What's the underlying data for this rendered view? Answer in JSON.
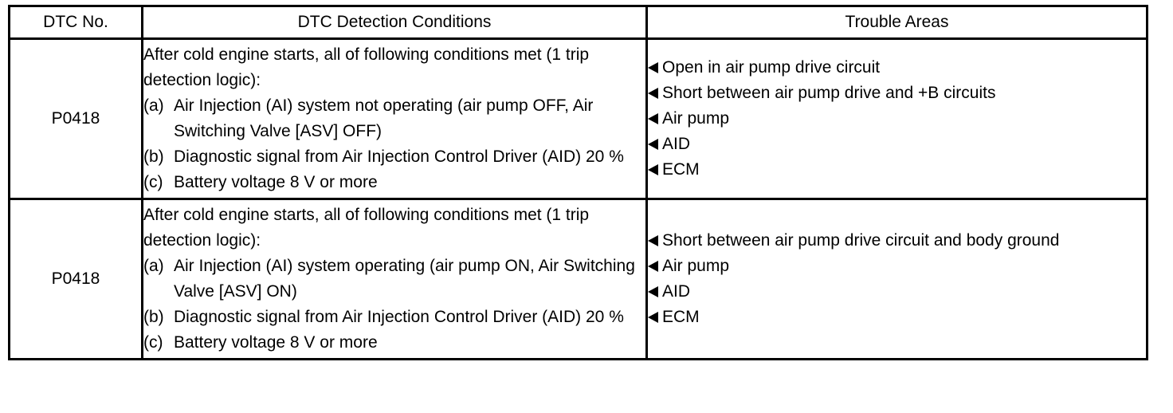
{
  "table": {
    "headers": [
      {
        "label": "DTC No."
      },
      {
        "label": "DTC Detection Conditions"
      },
      {
        "label": "Trouble Areas"
      }
    ],
    "rows": [
      {
        "dtc_no": "P0418",
        "conditions": {
          "intro_line_1": "After cold engine starts, all of following conditions met (1 trip",
          "intro_line_2": "detection logic):",
          "items": [
            {
              "label": "(a)",
              "text": "Air Injection (AI) system not operating (air pump OFF, Air Switching Valve [ASV] OFF)"
            },
            {
              "label": "(b)",
              "text": "Diagnostic signal from Air Injection Control Driver (AID) 20 %"
            },
            {
              "label": "(c)",
              "text": "Battery voltage 8 V or more"
            }
          ]
        },
        "trouble_areas": [
          {
            "icon": "triangle-left-icon",
            "text": "Open in air pump drive circuit"
          },
          {
            "icon": "triangle-left-icon",
            "text": "Short between air pump drive and +B circuits"
          },
          {
            "icon": "triangle-left-icon",
            "text": "Air pump"
          },
          {
            "icon": "triangle-left-icon",
            "text": "AID"
          },
          {
            "icon": "triangle-left-icon",
            "text": "ECM"
          }
        ]
      },
      {
        "dtc_no": "P0418",
        "conditions": {
          "intro_line_1": "After cold engine starts, all of following conditions met (1 trip",
          "intro_line_2": "detection logic):",
          "items": [
            {
              "label": "(a)",
              "text": "Air Injection (AI) system operating (air pump ON, Air Switching Valve [ASV] ON)"
            },
            {
              "label": "(b)",
              "text": "Diagnostic signal from Air Injection Control Driver (AID) 20 %"
            },
            {
              "label": "(c)",
              "text": "Battery voltage 8 V or more"
            }
          ]
        },
        "trouble_areas": [
          {
            "icon": "triangle-left-icon",
            "text": "Short between air pump drive circuit and body ground"
          },
          {
            "icon": "triangle-left-icon",
            "text": "Air pump"
          },
          {
            "icon": "triangle-left-icon",
            "text": "AID"
          },
          {
            "icon": "triangle-left-icon",
            "text": "ECM"
          }
        ]
      }
    ]
  },
  "colors": {
    "border": "#000000",
    "text": "#000000",
    "background": "#ffffff"
  }
}
